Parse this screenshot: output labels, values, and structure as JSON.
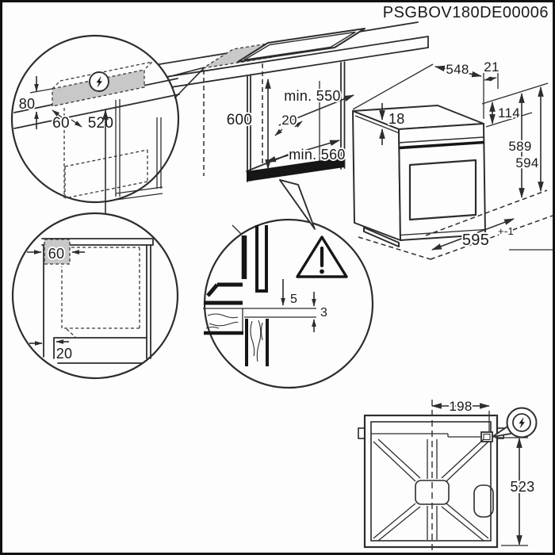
{
  "page": {
    "code": "PSGBOV180DE00006"
  },
  "main_view": {
    "niche_height_label": "600",
    "niche_depth_label": "min. 550",
    "niche_floor_depth_label": "min. 560",
    "gap_label": "20"
  },
  "oven": {
    "depth_label": "548",
    "offset_label": "21",
    "top_label": "18",
    "panel_label": "114",
    "height_label": "589",
    "height_total_label": "594",
    "width_label": "595",
    "width_tolerance": "+-1"
  },
  "detail_electrical": {
    "band_height_label": "80",
    "offset_label": "60",
    "drop_label": "520",
    "icon": "lightning-bolt-circle"
  },
  "detail_side": {
    "box_label": "60",
    "gap_label": "20"
  },
  "detail_vent": {
    "gap_top_label": "5",
    "gap_bottom_label": "3",
    "icon": "warning-triangle"
  },
  "rear_view": {
    "offset_label": "198",
    "height_label": "523",
    "icon": "lightning-bolt-circle"
  },
  "colors": {
    "line": "#2d2d2d",
    "fill_gray": "#c8c8c8",
    "black": "#161616"
  }
}
